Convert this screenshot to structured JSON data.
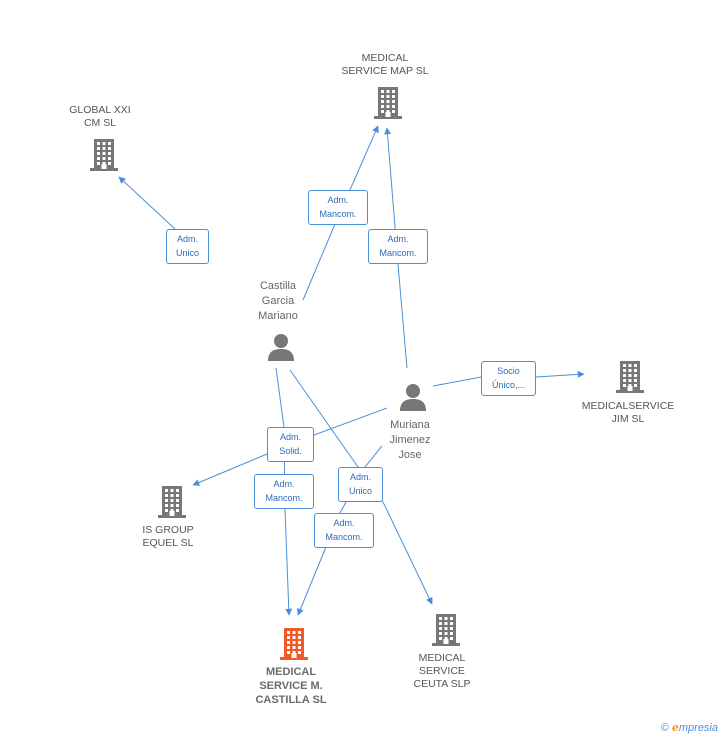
{
  "nodes": {
    "global": {
      "label": "GLOBAL XXI\nCM SL",
      "type": "company",
      "color": "#777777"
    },
    "map": {
      "label": "MEDICAL\nSERVICE MAP SL",
      "type": "company",
      "color": "#777777"
    },
    "castilla": {
      "label": "Castilla\nGarcia\nMariano",
      "type": "person",
      "color": "#777777"
    },
    "muriana": {
      "label": "Muriana\nJimenez\nJose",
      "type": "person",
      "color": "#777777"
    },
    "jim": {
      "label": "MEDICALSERVICE\nJIM SL",
      "type": "company",
      "color": "#777777"
    },
    "isgroup": {
      "label": "IS GROUP\nEQUEL SL",
      "type": "company",
      "color": "#777777"
    },
    "main": {
      "label": "MEDICAL\nSERVICE M.\nCASTILLA SL",
      "type": "company",
      "color": "#f05a28"
    },
    "ceuta": {
      "label": "MEDICAL\nSERVICE\nCEUTA SLP",
      "type": "company",
      "color": "#777777"
    }
  },
  "edges": {
    "e1": {
      "label": "Adm.\nUnico",
      "from": "castilla",
      "to": "global"
    },
    "e2": {
      "label": "Adm.\nMancom.",
      "from": "castilla",
      "to": "map"
    },
    "e3": {
      "label": "Adm.\nMancom.",
      "from": "muriana",
      "to": "map"
    },
    "e4": {
      "label": "Socio\nÚnico,...",
      "from": "muriana",
      "to": "jim"
    },
    "e5": {
      "label": "Adm.\nSolid.",
      "from": "muriana",
      "to": "isgroup"
    },
    "e6": {
      "label": "Adm.\nMancom.",
      "from": "castilla",
      "to": "main"
    },
    "e7": {
      "label": "Adm.\nUnico",
      "from": "castilla",
      "to": "ceuta"
    },
    "e8": {
      "label": "Adm.\nMancom.",
      "from": "muriana",
      "to": "main"
    }
  },
  "colors": {
    "edge": "#4a90d9"
  },
  "brand": {
    "copyright": "©",
    "e": "e",
    "rest": "mpresia"
  }
}
